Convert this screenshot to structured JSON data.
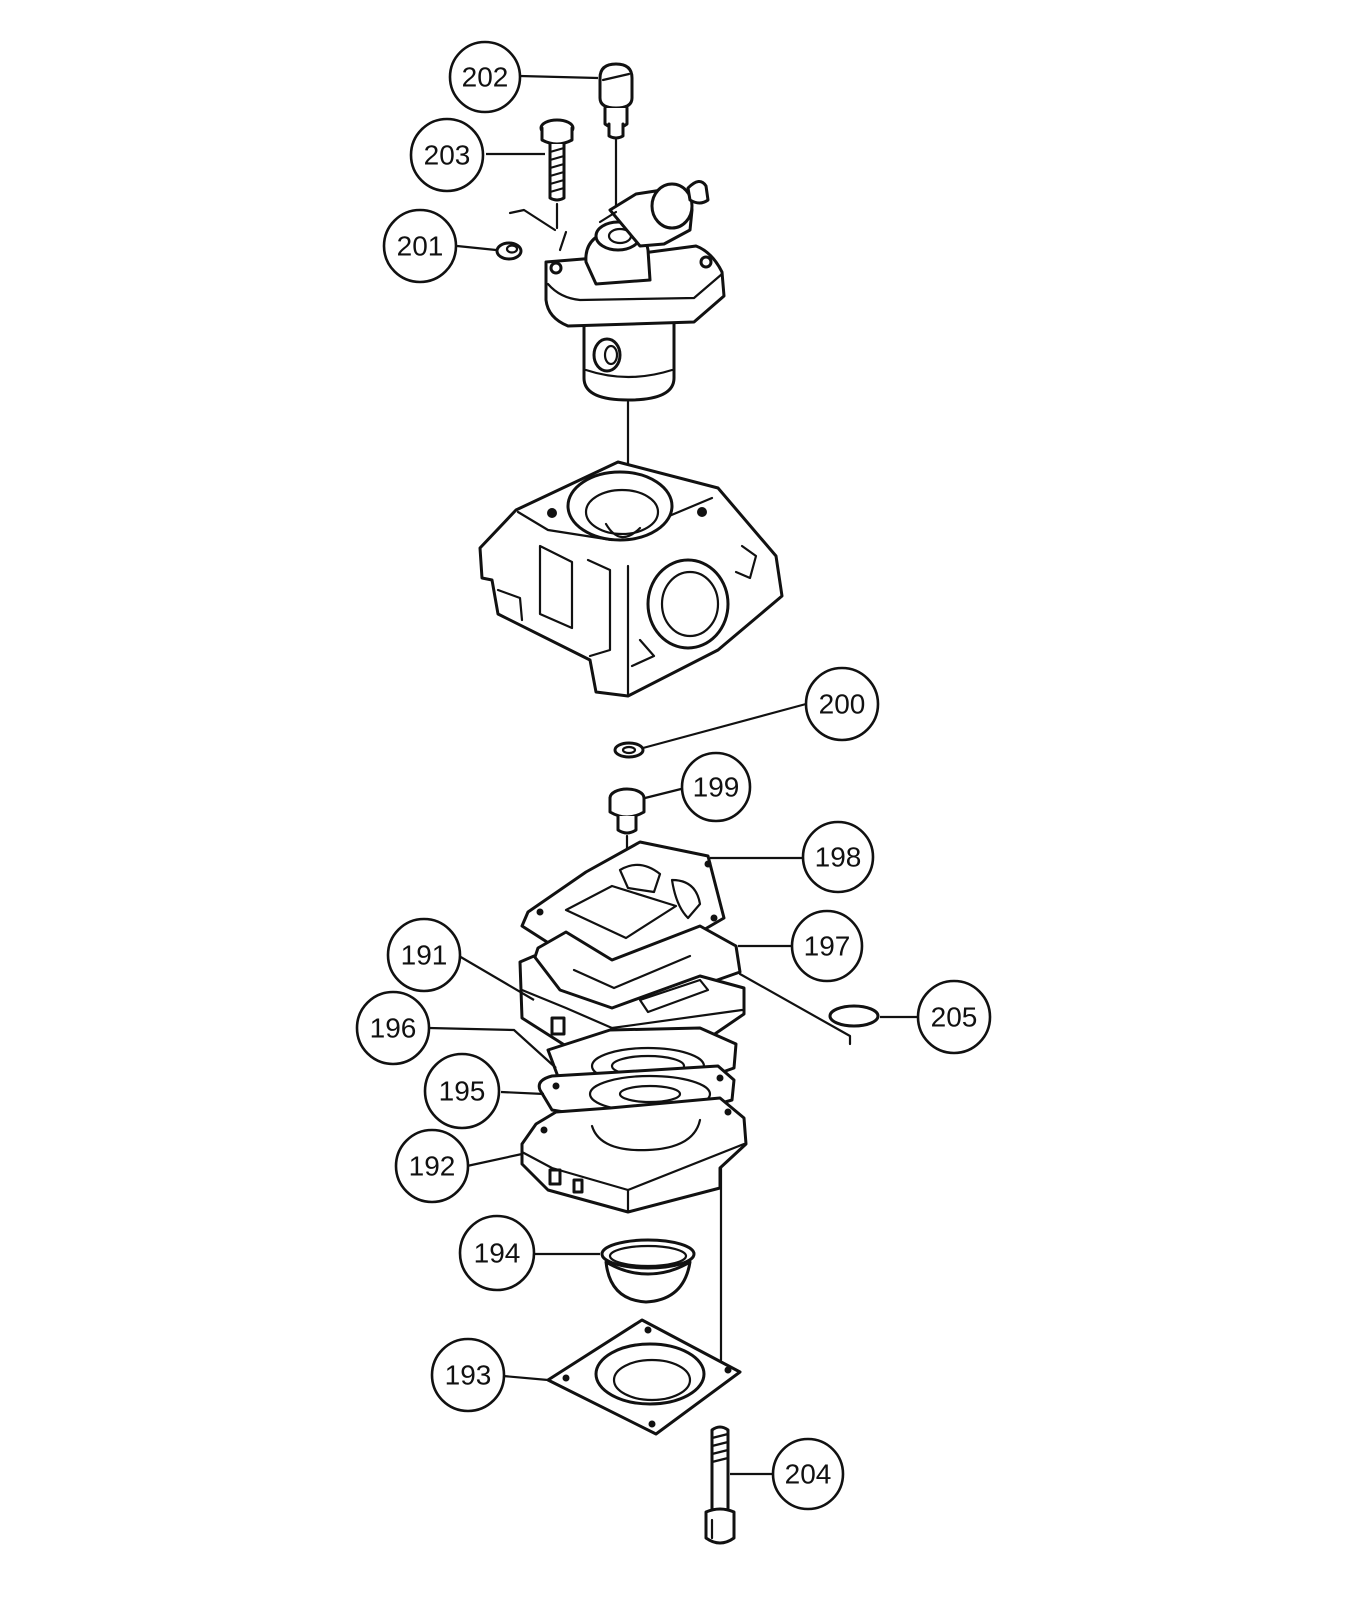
{
  "diagram": {
    "callouts": [
      {
        "id": "202",
        "label": "202"
      },
      {
        "id": "203",
        "label": "203"
      },
      {
        "id": "201",
        "label": "201"
      },
      {
        "id": "200",
        "label": "200"
      },
      {
        "id": "199",
        "label": "199"
      },
      {
        "id": "198",
        "label": "198"
      },
      {
        "id": "197",
        "label": "197"
      },
      {
        "id": "191",
        "label": "191"
      },
      {
        "id": "205",
        "label": "205"
      },
      {
        "id": "196",
        "label": "196"
      },
      {
        "id": "195",
        "label": "195"
      },
      {
        "id": "192",
        "label": "192"
      },
      {
        "id": "194",
        "label": "194"
      },
      {
        "id": "193",
        "label": "193"
      },
      {
        "id": "204",
        "label": "204"
      }
    ]
  }
}
